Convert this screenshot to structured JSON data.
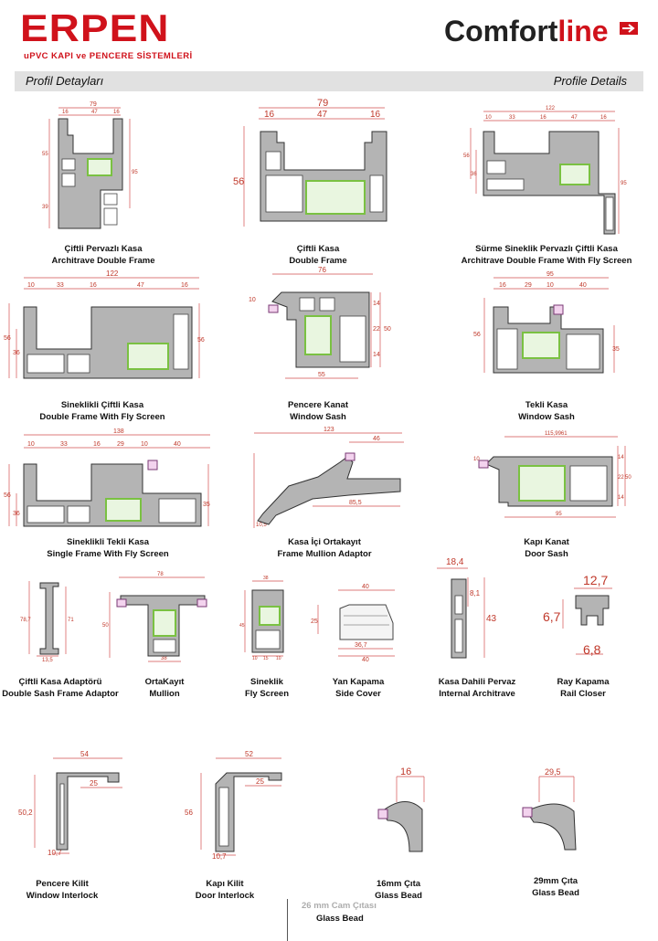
{
  "header": {
    "brand": "ERPEN",
    "tagline": "uPVC KAPI ve PENCERE SİSTEMLERİ",
    "logo_word_a": "Comfort",
    "logo_word_b": "line",
    "band_left": "Profil Detayları",
    "band_right": "Profile Details",
    "accent_color": "#d0121b"
  },
  "profiles": [
    {
      "id": "p1",
      "tr": "Çiftli Pervazlı Kasa",
      "en": "Architrave Double Frame",
      "dims": {
        "w": "79",
        "a": "16",
        "b": "47",
        "c": "16",
        "h1": "55",
        "h2": "95",
        "h3": "39"
      }
    },
    {
      "id": "p2",
      "tr": "Çiftli Kasa",
      "en": "Double Frame",
      "dims": {
        "w": "79",
        "a": "16",
        "b": "47",
        "c": "16",
        "h": "56"
      }
    },
    {
      "id": "p3",
      "tr": "Sürme Sineklik Pervazlı Çiftli Kasa",
      "en": "Architrave Double Frame With Fly Screen",
      "dims": {
        "w": "122",
        "a": "10",
        "b": "33",
        "c": "16",
        "d": "47",
        "e": "16",
        "h1": "56",
        "h2": "36",
        "h3": "95"
      }
    },
    {
      "id": "p4",
      "tr": "Sineklikli Çiftli Kasa",
      "en": "Double Frame With Fly Screen",
      "dims": {
        "w": "122",
        "a": "10",
        "b": "33",
        "c": "16",
        "d": "47",
        "e": "16",
        "h1": "56",
        "h2": "36",
        "h3": "56"
      }
    },
    {
      "id": "p5",
      "tr": "Pencere Kanat",
      "en": "Window Sash",
      "dims": {
        "w": "76",
        "a": "10",
        "b": "22",
        "c": "50",
        "d": "14",
        "e": "14",
        "f": "55"
      }
    },
    {
      "id": "p6",
      "tr": "Tekli Kasa",
      "en": "Window Sash",
      "dims": {
        "w": "95",
        "a": "16",
        "b": "29",
        "c": "10",
        "d": "40",
        "h1": "56",
        "h2": "35"
      }
    },
    {
      "id": "p7",
      "tr": "Sineklikli Tekli Kasa",
      "en": "Single Frame With Fly Screen",
      "dims": {
        "w": "138",
        "a": "10",
        "b": "33",
        "c": "16",
        "d": "29",
        "e": "10",
        "f": "40",
        "h1": "56",
        "h2": "36",
        "h3": "35"
      }
    },
    {
      "id": "p8",
      "tr": "Kasa İçi Ortakayıt",
      "en": "Frame Mullion Adaptor",
      "dims": {
        "w": "123",
        "a": "46",
        "b": "85,5",
        "c": "10,5"
      }
    },
    {
      "id": "p9",
      "tr": "Kapı Kanat",
      "en": "Door Sash",
      "dims": {
        "w": "115,9961",
        "a": "10",
        "b": "22",
        "c": "50",
        "d": "14",
        "e": "14",
        "f": "95"
      }
    },
    {
      "id": "p10",
      "tr": "Çiftli Kasa Adaptörü",
      "en": "Double Sash Frame Adaptor",
      "dims": {
        "a": "78,7",
        "b": "71",
        "c": "13,5"
      }
    },
    {
      "id": "p11",
      "tr": "OrtaKayıt",
      "en": "Mullion",
      "dims": {
        "w": "78",
        "h": "50",
        "b": "38"
      }
    },
    {
      "id": "p12",
      "tr": "Sineklik",
      "en": "Fly Screen",
      "dims": {
        "w": "38",
        "h": "45",
        "a": "10",
        "b": "15",
        "c": "10"
      }
    },
    {
      "id": "p13",
      "tr": "Yan Kapama",
      "en": "Side Cover",
      "dims": {
        "w": "40",
        "h": "25",
        "a": "36,7",
        "b": "40"
      }
    },
    {
      "id": "p14",
      "tr": "Kasa Dahili Pervaz",
      "en": "Internal Architrave",
      "dims": {
        "w": "18,4",
        "a": "8,1",
        "h": "43"
      }
    },
    {
      "id": "p15",
      "tr": "Ray Kapama",
      "en": "Rail Closer",
      "dims": {
        "w": "12,7",
        "h": "6,7",
        "b": "6,8"
      }
    },
    {
      "id": "p16",
      "tr": "Pencere Kilit",
      "en": "Window Interlock",
      "dims": {
        "w": "54",
        "a": "25",
        "h": "50,2",
        "b": "10,7"
      }
    },
    {
      "id": "p17",
      "tr": "Kapı Kilit",
      "en": "Door Interlock",
      "dims": {
        "w": "52",
        "a": "25",
        "h": "56",
        "b": "10,7"
      }
    },
    {
      "id": "p18",
      "tr": "16mm Çıta",
      "en": "Glass Bead",
      "dims": {
        "w": "16"
      }
    },
    {
      "id": "p19",
      "tr": "29mm Çıta",
      "en": "Glass Bead",
      "dims": {
        "w": "29,5"
      }
    },
    {
      "id": "p20",
      "tr": "26 mm Cam Çıtası",
      "en": "Glass Bead",
      "dims": {}
    }
  ]
}
